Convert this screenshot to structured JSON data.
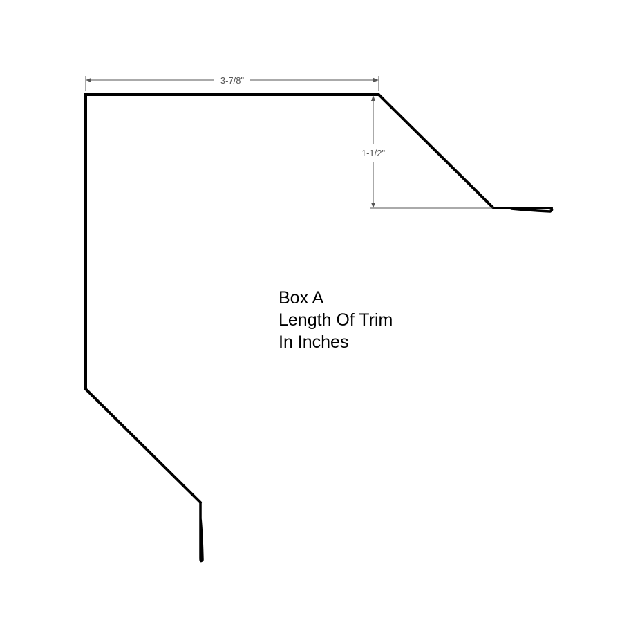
{
  "dimensions": {
    "width_label": "3-7/8\"",
    "height_label": "1-1/2\""
  },
  "note": {
    "line1": "Box A",
    "line2": "Length Of Trim",
    "line3": "In Inches"
  },
  "colors": {
    "profile": "#000000",
    "dimension": "#555555",
    "background": "#ffffff"
  }
}
